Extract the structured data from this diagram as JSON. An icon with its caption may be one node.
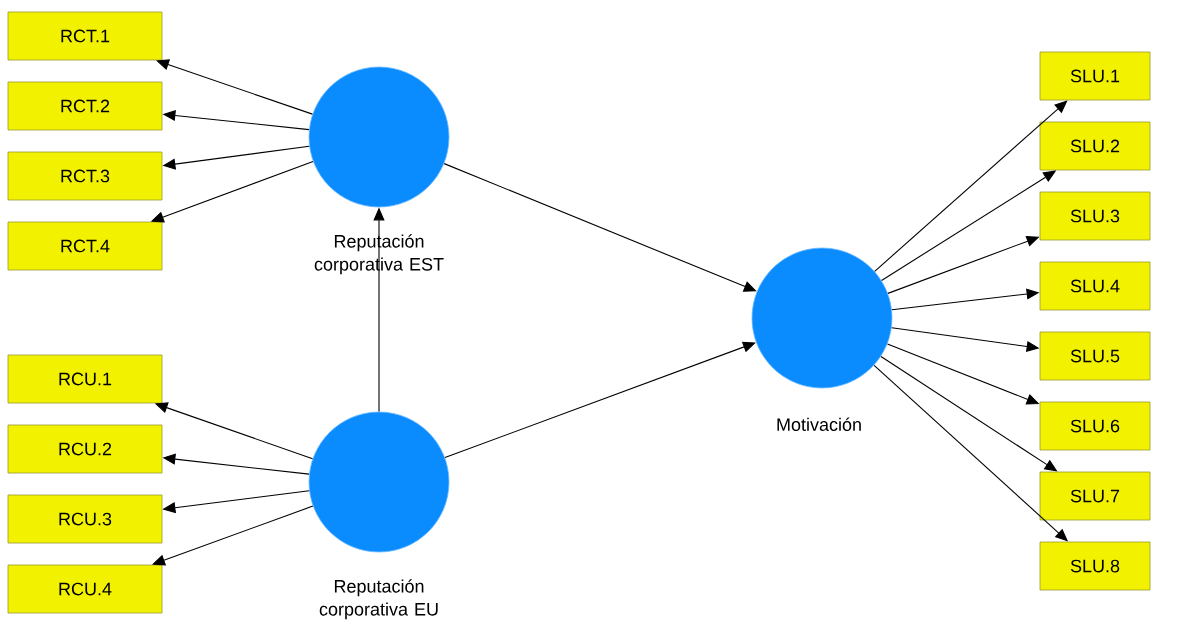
{
  "diagram": {
    "nodes": [
      {
        "text": [
          "RCT.1"
        ]
      },
      {
        "text": [
          "RCT.2"
        ]
      },
      {
        "text": [
          "RCT.3"
        ]
      },
      {
        "text": [
          "RCT.4"
        ]
      },
      {
        "text": [
          "RCU.1"
        ]
      },
      {
        "text": [
          "RCU.2"
        ]
      },
      {
        "text": [
          "RCU.3"
        ]
      },
      {
        "text": [
          "RCU.4"
        ]
      },
      {
        "text": [
          "Reputación corporativa EST"
        ]
      },
      {
        "text": [
          "Reputación corporativa EU"
        ]
      },
      {
        "text": [
          "Motivación"
        ]
      },
      {
        "text": [
          "SLU.1"
        ]
      },
      {
        "text": [
          "SLU.2"
        ]
      },
      {
        "text": [
          "SLU.3"
        ]
      },
      {
        "text": [
          "SLU.4"
        ]
      },
      {
        "text": [
          "SLU.5"
        ]
      },
      {
        "text": [
          "SLU.6"
        ]
      },
      {
        "text": [
          "SLU.7"
        ]
      },
      {
        "text": [
          "SLU.8"
        ]
      }
    ],
    "edges": [
      {
        "from": 8,
        "to": 0,
        "arrow": "to"
      },
      {
        "from": 8,
        "to": 1,
        "arrow": "to"
      },
      {
        "from": 8,
        "to": 2,
        "arrow": "to"
      },
      {
        "from": 8,
        "to": 3,
        "arrow": "to"
      },
      {
        "from": 9,
        "to": 4,
        "arrow": "to"
      },
      {
        "from": 9,
        "to": 5,
        "arrow": "to"
      },
      {
        "from": 9,
        "to": 6,
        "arrow": "to"
      },
      {
        "from": 9,
        "to": 7,
        "arrow": "to"
      },
      {
        "from": 9,
        "to": 8,
        "arrow": "to"
      },
      {
        "from": 8,
        "to": 10,
        "arrow": "to"
      },
      {
        "from": 9,
        "to": 10,
        "arrow": "to"
      },
      {
        "from": 10,
        "to": 11,
        "arrow": "to"
      },
      {
        "from": 10,
        "to": 12,
        "arrow": "to"
      },
      {
        "from": 10,
        "to": 13,
        "arrow": "to"
      },
      {
        "from": 10,
        "to": 14,
        "arrow": "to"
      },
      {
        "from": 10,
        "to": 15,
        "arrow": "to"
      },
      {
        "from": 10,
        "to": 16,
        "arrow": "to"
      },
      {
        "from": 10,
        "to": 17,
        "arrow": "to"
      },
      {
        "from": 10,
        "to": 18,
        "arrow": "to"
      }
    ]
  }
}
